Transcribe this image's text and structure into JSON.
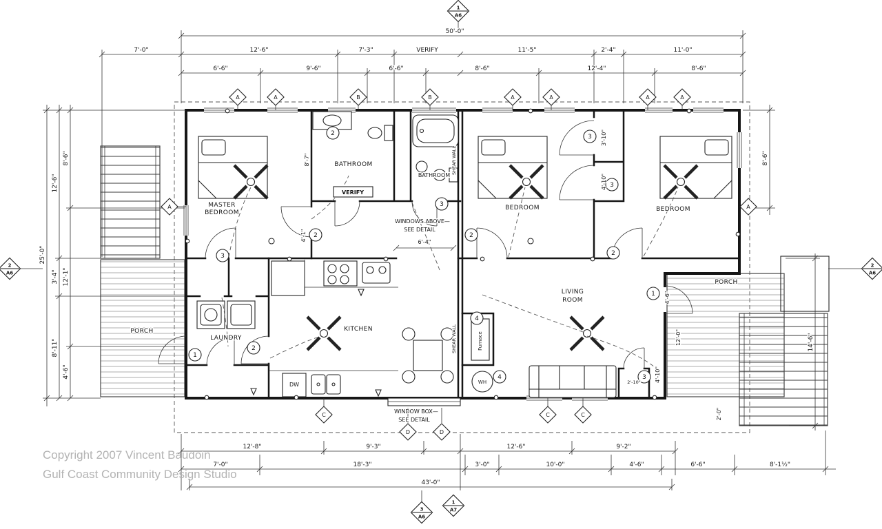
{
  "copyright": {
    "line1": "Copyright 2007 Vincent Baudoin",
    "line2": "Gulf Coast Community Design Studio"
  },
  "rooms": {
    "master_bedroom_line1": "MASTER",
    "master_bedroom_line2": "BEDROOM",
    "bathroom_1": "BATHROOM",
    "bathroom_2": "BATHROOM",
    "bedroom_2": "BEDROOM",
    "bedroom_3": "BEDROOM",
    "kitchen": "KITCHEN",
    "laundry": "LAUNDRY",
    "living_line1": "LIVING",
    "living_line2": "ROOM",
    "porch_left": "PORCH",
    "porch_right": "PORCH"
  },
  "annotations": {
    "verify_box": "VERIFY",
    "windows_above_line1": "WINDOWS ABOVE—",
    "windows_above_line2": "SEE DETAIL",
    "window_box_line1": "WINDOW BOX—",
    "window_box_line2": "SEE DETAIL",
    "shear_wall_upper": "SHEAR WALL",
    "shear_wall_lower": "SHEAR WALL",
    "furnace": "Furnace",
    "water_heater": "WH",
    "dishwasher": "DW"
  },
  "dims_top": {
    "overall": "50'-0\"",
    "row2": [
      "7'-0\"",
      "12'-6\"",
      "7'-3\"",
      "VERIFY",
      "11'-5\"",
      "2'-4\"",
      "11'-0\""
    ],
    "row3": [
      "6'-6\"",
      "9'-6\"",
      "6'-6\"",
      "8'-6\"",
      "12'-4\"",
      "8'-6\""
    ]
  },
  "dims_left": [
    "25'-0\"",
    "12'-6\"",
    "8'-6\"",
    "3'-4\"",
    "12'-1\"",
    "8'-11\"",
    "4'-6\""
  ],
  "dims_right": [
    "8'-6\"",
    "14'-6\""
  ],
  "dims_bottom": {
    "row1": [
      "12'-8\"",
      "9'-3\"",
      "12'-6\"",
      "9'-2\""
    ],
    "row2": [
      "7'-0\"",
      "18'-3\"",
      "3'-0\"",
      "10'-0\"",
      "4'-6\"",
      "6'-6\"",
      "8'-1½\""
    ],
    "overall": "43'-0\""
  },
  "dims_interior": {
    "bath_depth": "8'-7\"",
    "hall_width": "4'-1\"",
    "closet_upper": "3'-10\"",
    "closet_lower": "4'-10\"",
    "center_window": "6'-4\"",
    "porch_door": "4'-6\"",
    "porch_depth": "12'-0\"",
    "porch_lower": "4'-10\"",
    "closet_living": "2'-10\"",
    "deck_edge": "2'-0\""
  },
  "wall_tags": {
    "top": [
      "A",
      "A",
      "B",
      "B",
      "A",
      "A",
      "A",
      "A"
    ],
    "left": "A",
    "right": "A",
    "bottom": [
      "C",
      "C",
      "C"
    ],
    "bottom_d": [
      "D",
      "D"
    ]
  },
  "keynotes": [
    "2",
    "3",
    "3",
    "3",
    "2",
    "2",
    "3",
    "2",
    "1",
    "2",
    "1",
    "4",
    "4",
    "3"
  ],
  "ref_marks": {
    "top": {
      "num": "1",
      "sheet": "A6"
    },
    "left": {
      "num": "2",
      "sheet": "A6"
    },
    "right": {
      "num": "2",
      "sheet": "A6"
    },
    "bottom_left": {
      "num": "3",
      "sheet": "A6"
    },
    "bottom_right": {
      "num": "1",
      "sheet": "A7"
    }
  }
}
